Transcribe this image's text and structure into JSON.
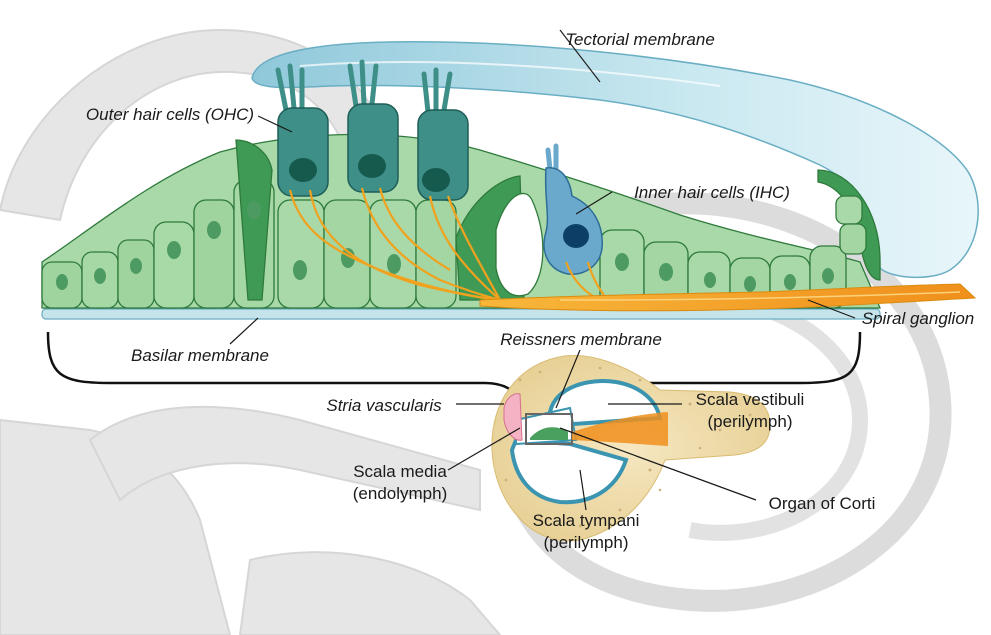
{
  "colors": {
    "cell_fill": "#a9d9a9",
    "cell_stroke": "#2f7a3c",
    "cell_dark": "#3f9a55",
    "nucleus": "#4d9b62",
    "hair_cell": "#3d8f87",
    "hair_cell_nucleus": "#155a4c",
    "ihc": "#6aa8cc",
    "ihc_nucleus": "#0d3f66",
    "tectorial": "#bfe2ec",
    "nerve": "#f0a21e",
    "bone": "#efdcab",
    "background_shape": "#e3e3e3"
  },
  "labels": {
    "tectorial_membrane": "Tectorial membrane",
    "outer_hair_cells": "Outer hair cells (OHC)",
    "inner_hair_cells": "Inner hair cells (IHC)",
    "spiral_ganglion": "Spiral ganglion",
    "basilar_membrane": "Basilar membrane",
    "reissners_membrane": "Reissners membrane",
    "stria_vascularis": "Stria vascularis",
    "scala_vestibuli_1": "Scala vestibuli",
    "scala_vestibuli_2": "(perilymph)",
    "scala_media_1": "Scala media",
    "scala_media_2": "(endolymph)",
    "organ_of_corti": "Organ of Corti",
    "scala_tympani_1": "Scala tympani",
    "scala_tympani_2": "(perilymph)"
  }
}
